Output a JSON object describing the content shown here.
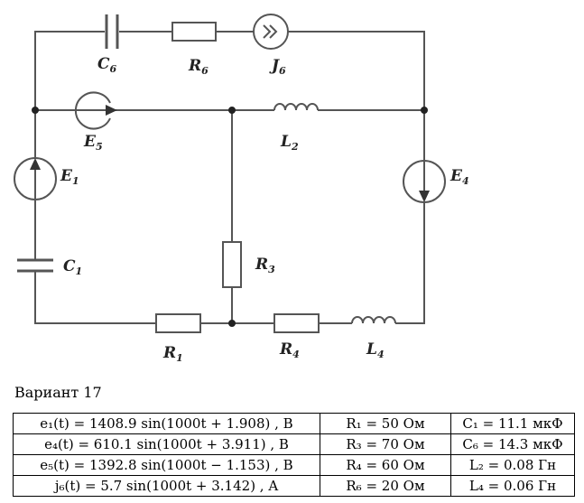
{
  "labels": {
    "C6": [
      "C",
      "6"
    ],
    "R6": [
      "R",
      "6"
    ],
    "J6": [
      "J",
      "6"
    ],
    "E5": [
      "E",
      "5"
    ],
    "L2": [
      "L",
      "2"
    ],
    "E1": [
      "E",
      "1"
    ],
    "E4": [
      "E",
      "4"
    ],
    "C1": [
      "C",
      "1"
    ],
    "R3": [
      "R",
      "3"
    ],
    "R1": [
      "R",
      "1"
    ],
    "R4": [
      "R",
      "4"
    ],
    "L4": [
      "L",
      "4"
    ]
  },
  "variant": "Вариант 17",
  "table": [
    [
      "e₁(t) = 1408.9 sin(1000t + 1.908) , B",
      "R₁ = 50 Ом",
      "C₁ = 11.1 мкФ"
    ],
    [
      "e₄(t) = 610.1 sin(1000t + 3.911) , B",
      "R₃ = 70 Ом",
      "C₆ = 14.3 мкФ"
    ],
    [
      "e₅(t) = 1392.8 sin(1000t − 1.153) , B",
      "R₄ = 60 Ом",
      "L₂ = 0.08 Гн"
    ],
    [
      "j₆(t) = 5.7 sin(1000t + 3.142) , A",
      "R₆ = 20 Ом",
      "L₄ = 0.06 Гн"
    ]
  ]
}
